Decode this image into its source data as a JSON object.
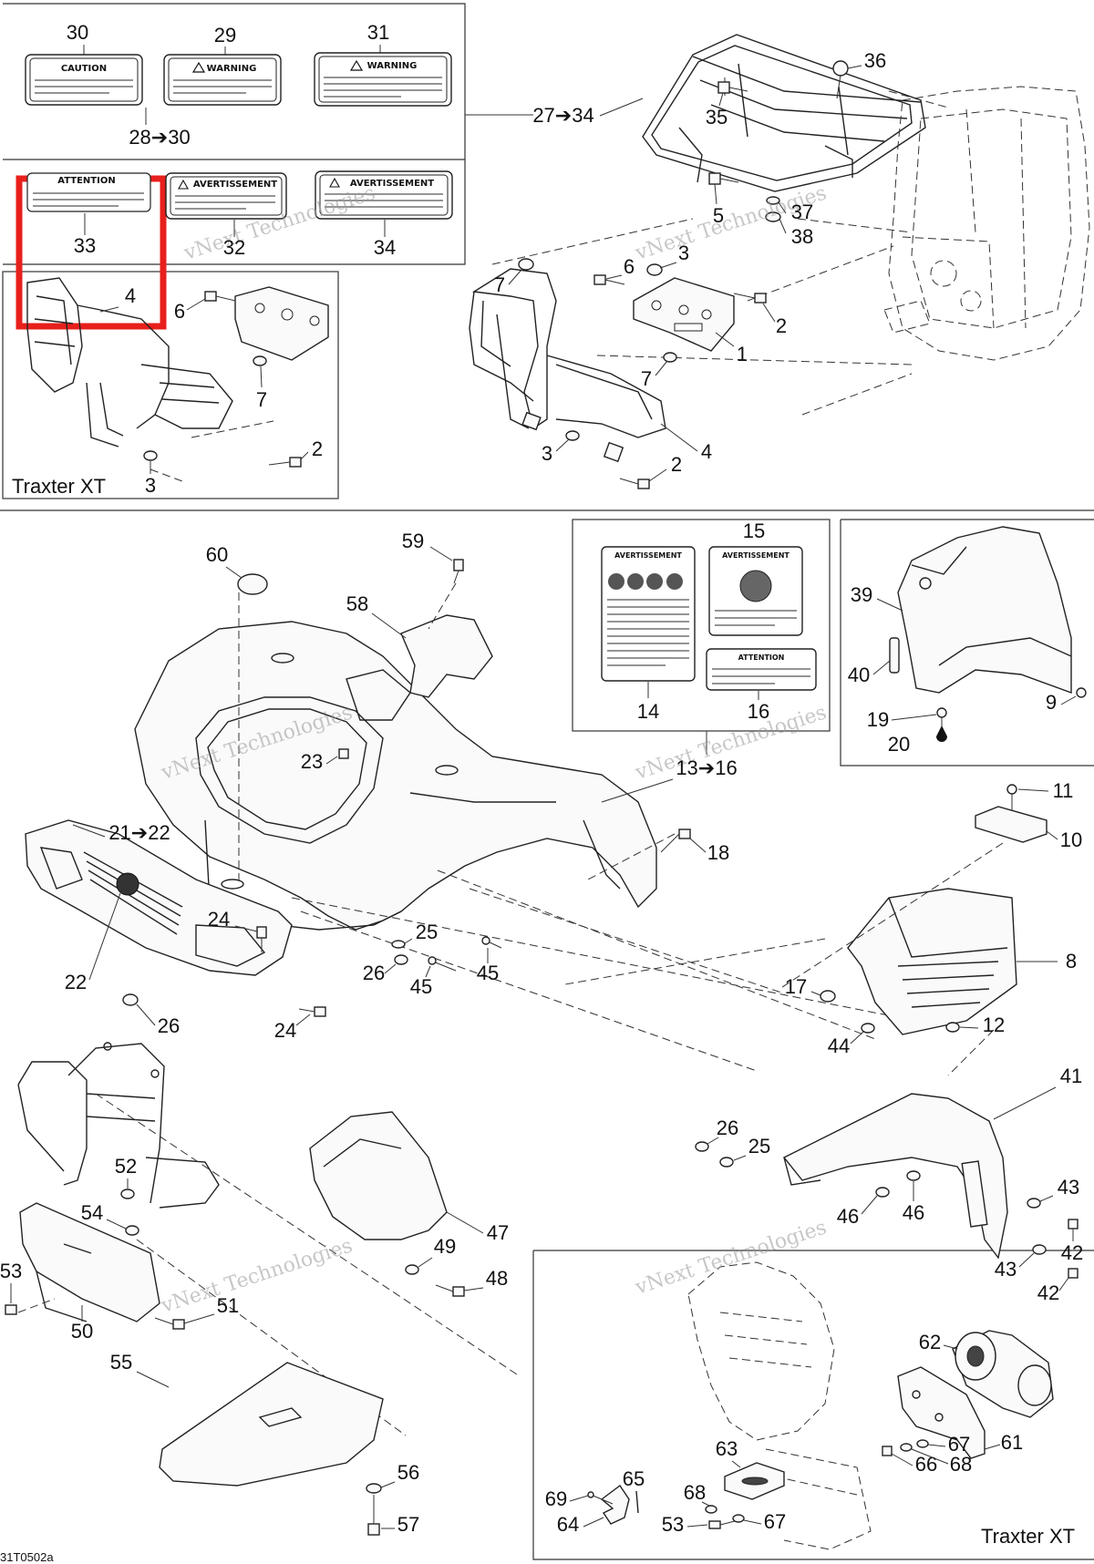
{
  "watermark": "vNext Technologies",
  "footer_code": "31T0502a",
  "highlight_color": "#e8201c",
  "panels": {
    "traxter_top": "Traxter XT",
    "traxter_bottom": "Traxter XT"
  },
  "decals": {
    "caution": "CAUTION",
    "warning_29": "WARNING",
    "warning_31": "WARNING",
    "attention_33": "ATTENTION",
    "avertissement_32": "AVERTISSEMENT",
    "avertissement_34": "AVERTISSEMENT",
    "avertissement_14": "AVERTISSEMENT",
    "avertissement_15": "AVERTISSEMENT",
    "attention_16": "ATTENTION"
  },
  "labels": {
    "p30": "30",
    "p29": "29",
    "p31": "31",
    "p28_30": "28➔30",
    "p33": "33",
    "p32": "32",
    "p34": "34",
    "p27_34": "27➔34",
    "p36": "36",
    "p35": "35",
    "p5": "5",
    "p37": "37",
    "p38": "38",
    "p4a": "4",
    "p6a": "6",
    "p7a": "7",
    "p2a": "2",
    "p3a": "3",
    "p7b": "7",
    "p6b": "6",
    "p3b": "3",
    "p2b": "2",
    "p1": "1",
    "p7c": "7",
    "p3c": "3",
    "p2c": "2",
    "p4b": "4",
    "p60": "60",
    "p59": "59",
    "p58": "58",
    "p23": "23",
    "p15": "15",
    "p14": "14",
    "p16": "16",
    "p13_16": "13➔16",
    "p39": "39",
    "p40": "40",
    "p9": "9",
    "p19": "19",
    "p20": "20",
    "p11": "11",
    "p10": "10",
    "p18": "18",
    "p21_22": "21➔22",
    "p24a": "24",
    "p25a": "25",
    "p26a": "26",
    "p45a": "45",
    "p45b": "45",
    "p22": "22",
    "p26b": "26",
    "p24b": "24",
    "p8": "8",
    "p17": "17",
    "p12": "12",
    "p44": "44",
    "p41": "41",
    "p26c": "26",
    "p25b": "25",
    "p46a": "46",
    "p46b": "46",
    "p43a": "43",
    "p42a": "42",
    "p43b": "43",
    "p42b": "42",
    "p52": "52",
    "p54": "54",
    "p53a": "53",
    "p50": "50",
    "p51": "51",
    "p47": "47",
    "p49": "49",
    "p48": "48",
    "p55": "55",
    "p56": "56",
    "p57": "57",
    "p62": "62",
    "p61": "61",
    "p67a": "67",
    "p66": "66",
    "p68a": "68",
    "p63": "63",
    "p65": "65",
    "p69": "69",
    "p64": "64",
    "p68b": "68",
    "p53b": "53",
    "p67b": "67"
  }
}
